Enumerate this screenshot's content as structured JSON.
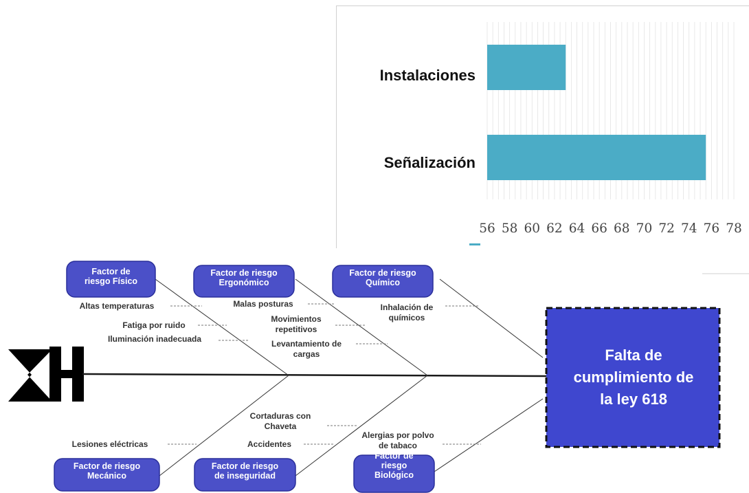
{
  "chart_data": {
    "type": "bar",
    "orientation": "horizontal",
    "categories": [
      "Instalaciones",
      "Señalización"
    ],
    "values": [
      63,
      75.5
    ],
    "xlim": [
      56,
      78
    ],
    "ticks": [
      "56",
      "58",
      "60",
      "62",
      "64",
      "66",
      "68",
      "70",
      "72",
      "74",
      "76",
      "78"
    ],
    "grid": true,
    "bar_color": "#4bacc6"
  },
  "diagram": {
    "effect": [
      "Falta de",
      "cumplimiento de",
      "la ley 618"
    ],
    "categories": [
      {
        "label": [
          "Factor de",
          "riesgo Físico"
        ],
        "causes": [
          [
            "Altas temperaturas"
          ],
          [
            "Fatiga por ruido"
          ],
          [
            "Iluminación inadecuada"
          ]
        ]
      },
      {
        "label": [
          "Factor de riesgo",
          "Ergonómico"
        ],
        "causes": [
          [
            "Malas posturas"
          ],
          [
            "Movimientos",
            "repetitivos"
          ],
          [
            "Levantamiento de",
            "cargas"
          ]
        ]
      },
      {
        "label": [
          "Factor de riesgo",
          "Químico"
        ],
        "causes": [
          [
            "Inhalación de",
            "químicos"
          ]
        ]
      },
      {
        "label": [
          "Factor de riesgo",
          "Mecánico"
        ],
        "causes": [
          [
            "Lesiones eléctricas"
          ]
        ]
      },
      {
        "label": [
          "Factor de riesgo",
          "de inseguridad"
        ],
        "causes": [
          [
            "Cortaduras con",
            "Chaveta"
          ],
          [
            "Accidentes"
          ]
        ]
      },
      {
        "label": [
          "Factor de",
          "riesgo",
          "Biológico"
        ],
        "causes": [
          [
            "Alergias por polvo",
            "de tabaco"
          ]
        ]
      }
    ],
    "colors": {
      "box": "#4b50c8",
      "box_border": "#2a2f9a",
      "effect_box": "#3f47cf",
      "line": "#1a1a1a"
    }
  }
}
